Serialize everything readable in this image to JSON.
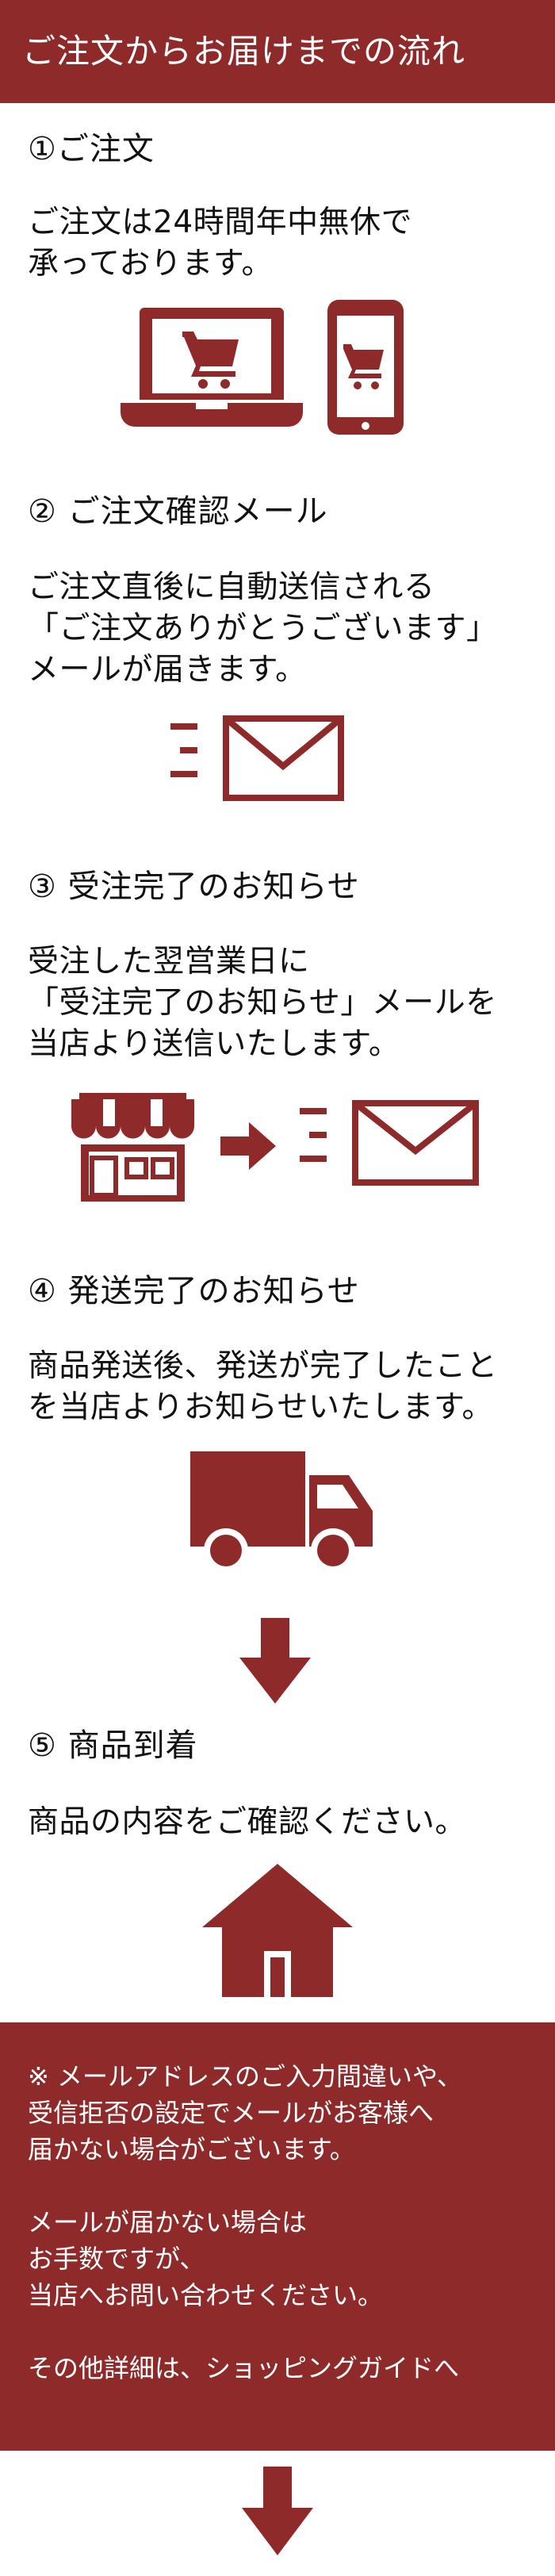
{
  "header": {
    "title": "ご注文からお届けまでの流れ"
  },
  "steps": [
    {
      "title": "①ご注文",
      "body": "ご注文は24時間年中無休で\n承っております。"
    },
    {
      "title": "② ご注文確認メール",
      "body": "ご注文直後に自動送信される\n「ご注文ありがとうございます」\nメールが届きます。"
    },
    {
      "title": "③ 受注完了のお知らせ",
      "body": "受注した翌営業日に\n「受注完了のお知らせ」メールを\n当店より送信いたします。"
    },
    {
      "title": "④ 発送完了のお知らせ",
      "body": "商品発送後、発送が完了したこと\nを当店よりお知らせいたします。"
    },
    {
      "title": "⑤ 商品到着",
      "body": "商品の内容をご確認ください。"
    }
  ],
  "notice": {
    "p1": "※ メールアドレスのご入力間違いや、\n受信拒否の設定でメールがお客様へ\n届かない場合がございます。",
    "p2": "メールが届かない場合は\nお手数ですが、\n当店へお問い合わせください。",
    "p3": "その他詳細は、ショッピングガイドへ"
  },
  "icons": {
    "accent": "#8f2a2b",
    "laptop": "laptop-cart-icon",
    "phone": "smartphone-cart-icon",
    "mail": "mail-icon",
    "store": "store-icon",
    "truck": "truck-icon",
    "house": "house-icon",
    "arrow": "arrow-down-icon"
  }
}
